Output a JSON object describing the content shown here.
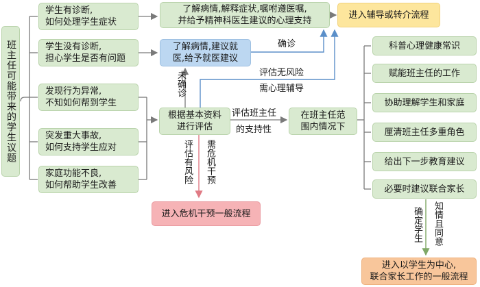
{
  "left_title": "班主任可能带来的学生议题",
  "issues": [
    {
      "l1": "学生有诊断,",
      "l2": "如何处理学生症状"
    },
    {
      "l1": "学生没有诊断,",
      "l2": "担心学生是否有问题"
    },
    {
      "l1": "发现行为异常,",
      "l2": "不知如何帮到学生"
    },
    {
      "l1": "突发重大事故,",
      "l2": "如何支持学生应对"
    },
    {
      "l1": "家庭功能不良,",
      "l2": "如何帮助学生改善"
    }
  ],
  "understand_box": {
    "l1": "了解病情,解释症状,嘱咐遵医嘱,",
    "l2": "并给予精神科医生建议的心理支持"
  },
  "referral_box": {
    "l1": "了解病情,建议就",
    "l2": "医,给予就医建议"
  },
  "counsel_box": "进入辅导或转介流程",
  "assess_box": {
    "l1": "根据基本资料",
    "l2": "进行评估"
  },
  "scope_box": {
    "l1": "在班主任范",
    "l2": "围内情况下"
  },
  "crisis_box": "进入危机干预一般流程",
  "final_box": {
    "l1": "进入以学生为中心,",
    "l2": "联合家长工作的一般流程"
  },
  "right_items": [
    "科普心理健康常识",
    "赋能班主任的工作",
    "协助理解学生和家庭",
    "厘清班主任多重角色",
    "给出下一步教育建议",
    "必要时建议联合家长"
  ],
  "labels": {
    "diagnosed": "确诊",
    "not_diagnosed": "未确诊",
    "no_risk_l1": "评估无风险",
    "no_risk_l2": "需心理辅导",
    "support_l1": "评估班主任",
    "support_l2": "的支持性",
    "has_risk": "评估有风险",
    "need_crisis": "需危机干预",
    "confirm_student": "确定学生",
    "know_agree": "知情且同意"
  },
  "colors": {
    "green": "#d9ead0",
    "blue": "#bcd7f1",
    "yellow": "#fde69d",
    "pink": "#f6b3b6",
    "orange": "#f8c69b",
    "line": "#7a7a7a",
    "arrow_blue": "#5b8fc9",
    "arrow_red": "#e07b85"
  }
}
